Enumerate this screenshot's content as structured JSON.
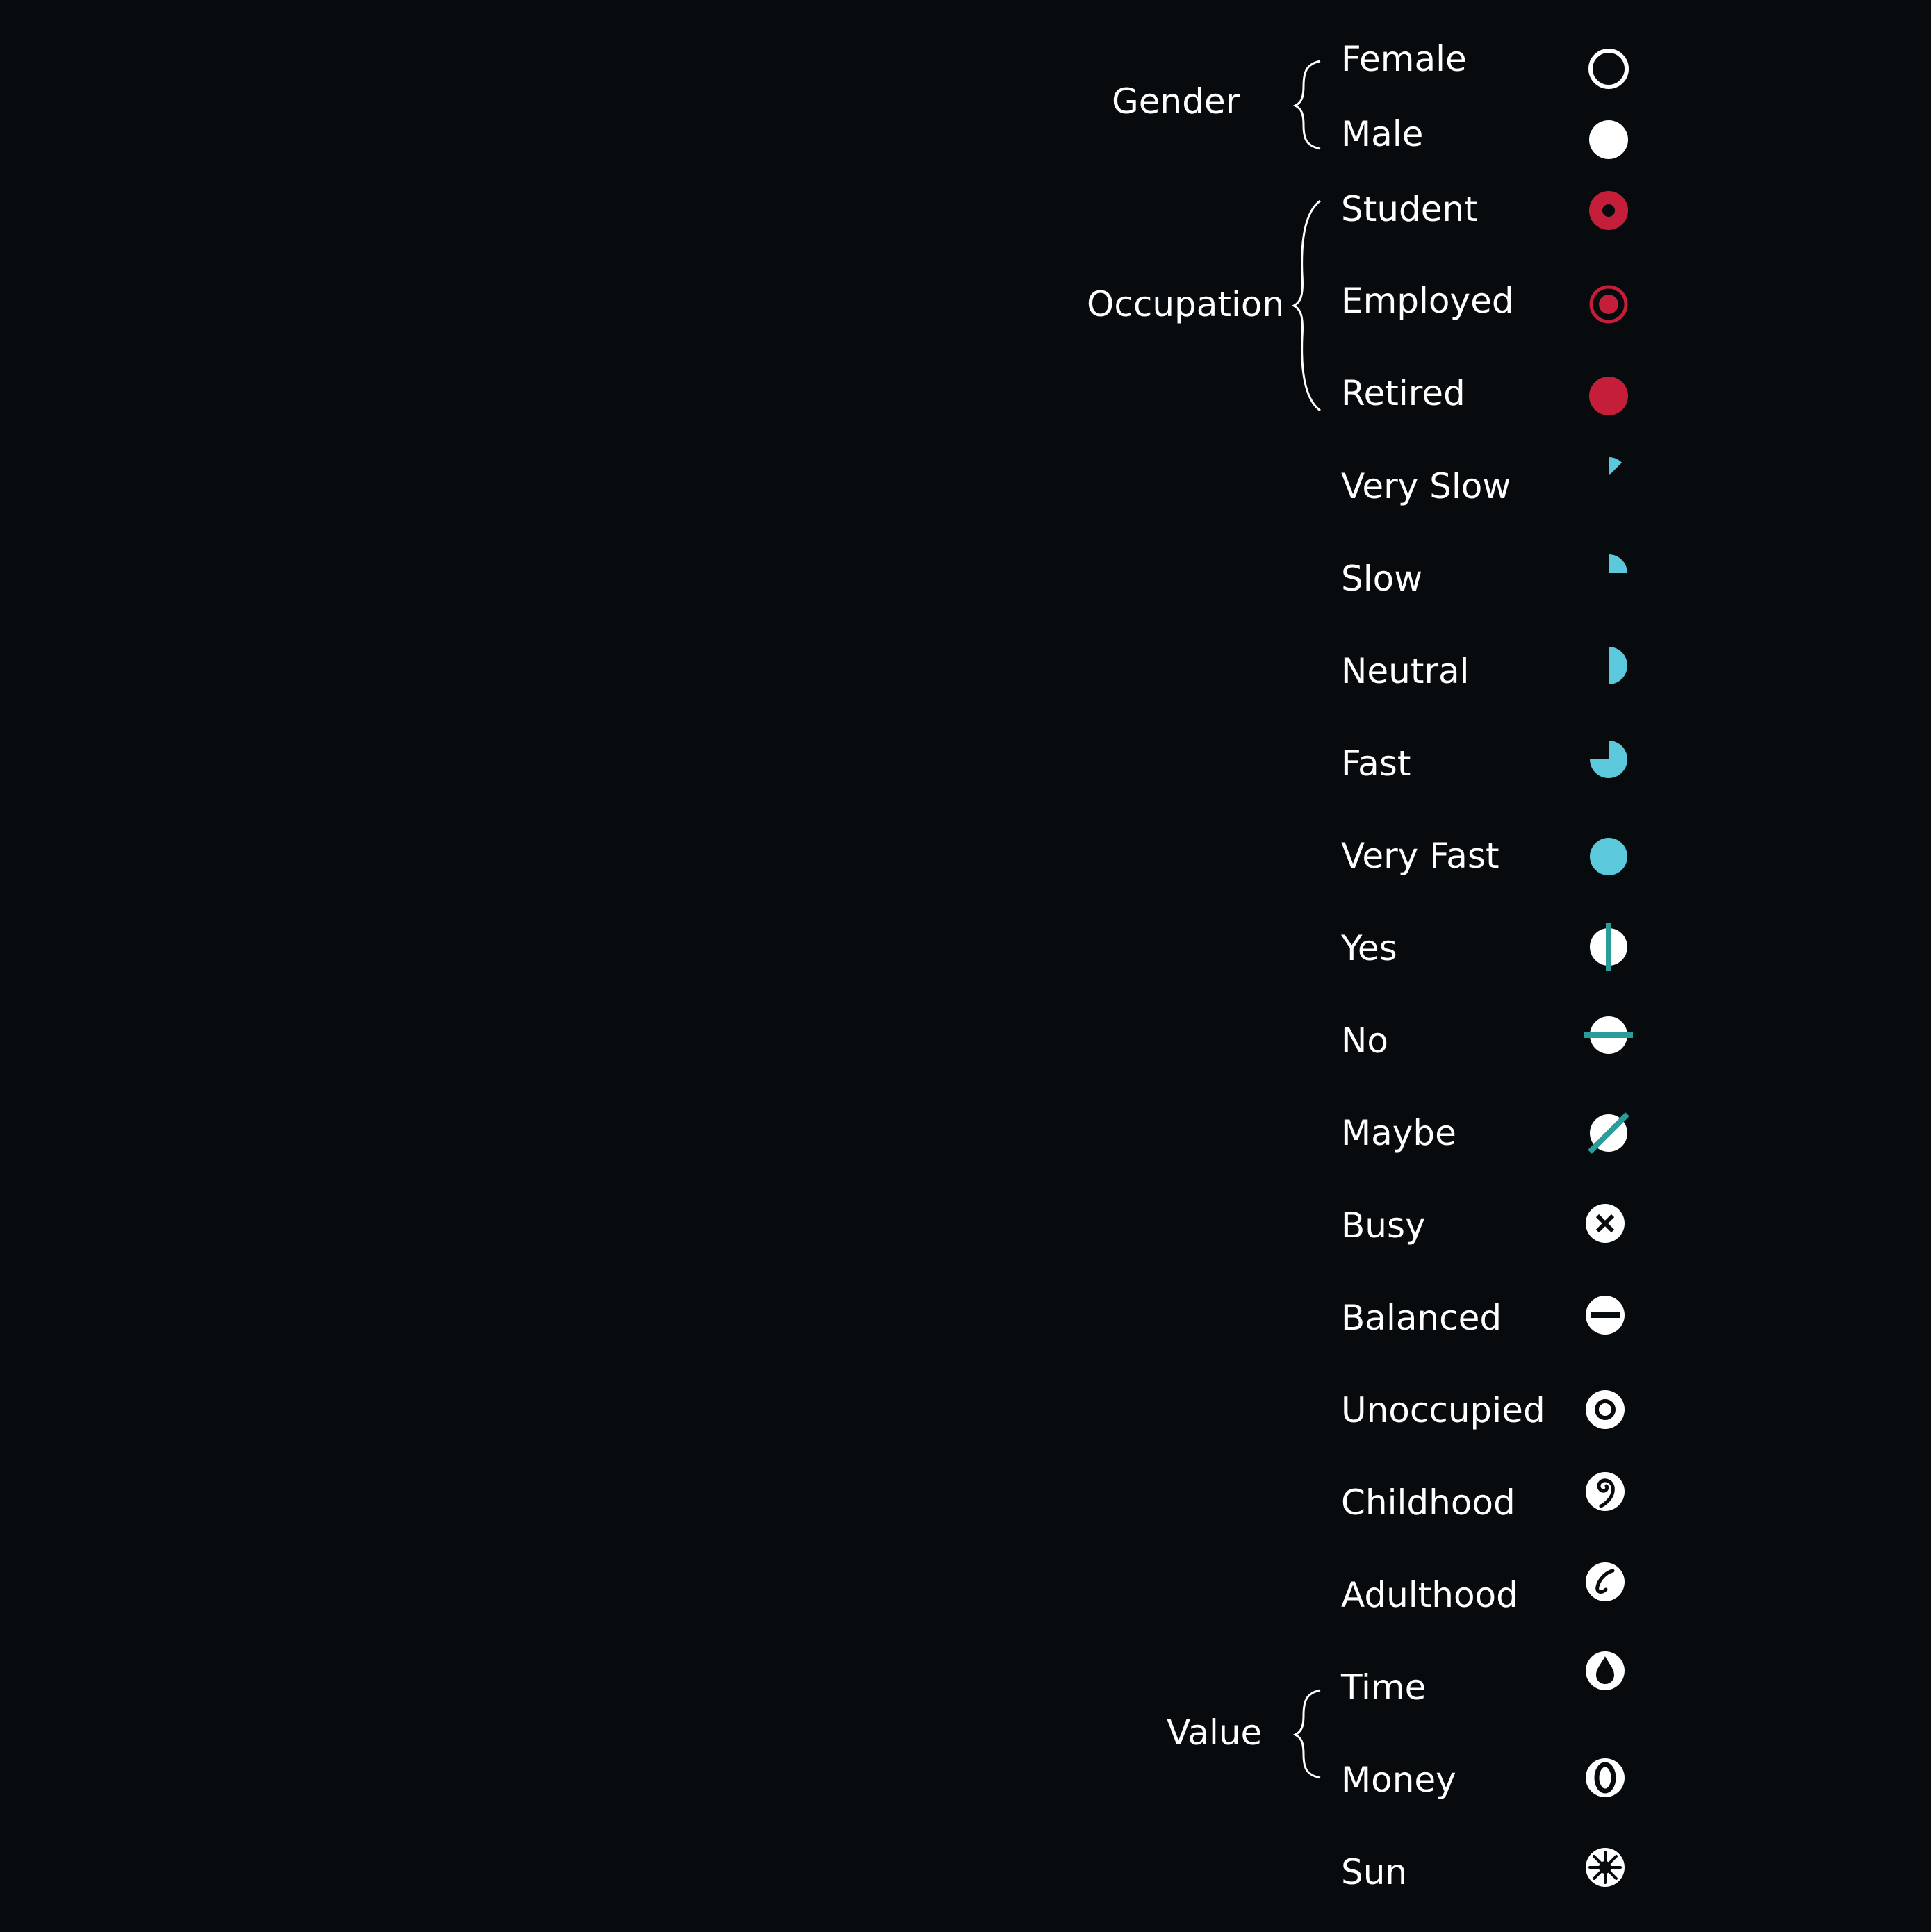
{
  "colors": {
    "background": "#070b0d",
    "white": "#ffffff",
    "occupation_red": "#c41e3a",
    "speed_blue": "#5bc8dc",
    "answer_teal": "#2a9d9a"
  },
  "groups": {
    "gender": {
      "label": "Gender"
    },
    "occupation": {
      "label": "Occupation"
    },
    "value": {
      "label": "Value"
    }
  },
  "items": [
    {
      "label": "Female",
      "icon": "hollow-circle-icon"
    },
    {
      "label": "Male",
      "icon": "filled-circle-icon"
    },
    {
      "label": "Student",
      "icon": "red-dot-circle-icon"
    },
    {
      "label": "Employed",
      "icon": "red-target-icon"
    },
    {
      "label": "Retired",
      "icon": "red-filled-circle-icon"
    },
    {
      "label": "Very Slow",
      "icon": "pie-eighth-icon",
      "fraction": 0.125
    },
    {
      "label": "Slow",
      "icon": "pie-quarter-icon",
      "fraction": 0.25
    },
    {
      "label": "Neutral",
      "icon": "pie-half-icon",
      "fraction": 0.5
    },
    {
      "label": "Fast",
      "icon": "pie-three-quarter-icon",
      "fraction": 0.75
    },
    {
      "label": "Very Fast",
      "icon": "pie-full-icon",
      "fraction": 1.0
    },
    {
      "label": "Yes",
      "icon": "vertical-bar-circle-icon"
    },
    {
      "label": "No",
      "icon": "horizontal-bar-circle-icon"
    },
    {
      "label": "Maybe",
      "icon": "diagonal-bar-circle-icon"
    },
    {
      "label": "Busy",
      "icon": "x-circle-icon"
    },
    {
      "label": "Balanced",
      "icon": "minus-circle-icon"
    },
    {
      "label": "Unoccupied",
      "icon": "ring-circle-icon"
    },
    {
      "label": "Childhood",
      "icon": "spiral-circle-icon"
    },
    {
      "label": "Adulthood",
      "icon": "hook-circle-icon"
    },
    {
      "label": "Time",
      "icon": "drop-circle-icon"
    },
    {
      "label": "Money",
      "icon": "coin-circle-icon"
    },
    {
      "label": "Sun",
      "icon": "sun-circle-icon"
    }
  ]
}
